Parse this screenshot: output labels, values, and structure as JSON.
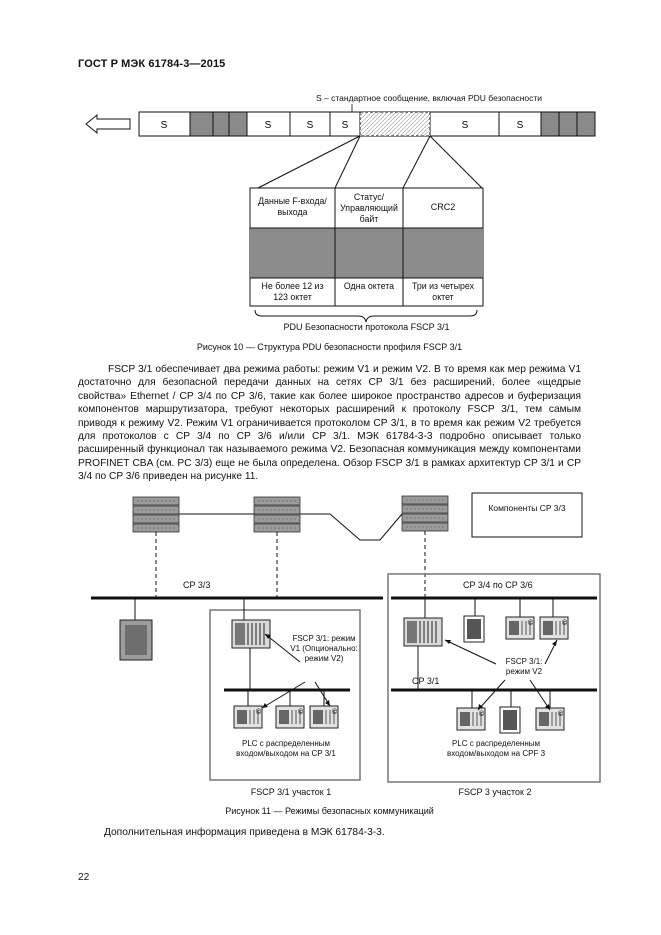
{
  "header": {
    "title": "ГОСТ Р МЭК 61784-3—2015"
  },
  "figure10": {
    "legend_note": "S – стандартное сообщение, включая PDU безопасности",
    "frame_cells": [
      "S",
      "S",
      "S",
      "S",
      "S",
      "S"
    ],
    "table": {
      "col1_header": "Данные F-входа/ выхода",
      "col2_header": "Статус/ Управляющий байт",
      "col3_header": "CRC2",
      "col1_size": "Не более 12 из 123 октет",
      "col2_size": "Одна октета",
      "col3_size": "Три из четырех октет"
    },
    "brace_label": "PDU Безопасности протокола FSCP 3/1",
    "caption": "Рисунок 10 — Структура PDU безопасности профиля FSCP 3/1"
  },
  "body_paragraph": "FSCP 3/1 обеспечивает два режима работы: режим V1 и режим V2. В то время как мер режима V1 достаточно для безопасной передачи данных на сетях CP 3/1 без расширений, более «щедрые свойства» Ethernet / CP 3/4 по CP 3/6, такие как более широкое пространство адресов и буферизация компонентов маршрутизатора, требуют некоторых расширений к протоколу FSCP 3/1, тем самым приводя к режиму V2. Режим V1 ограничивается протоколом CP 3/1, в то время как режим V2 требуется для протоколов с CP 3/4 по CP 3/6 и/или CP 3/1. МЭК 61784-3-3 подробно описывает только расширенный функционал так называемого режима V2. Безопасная коммуникация между компонентами PROFINET CBA (см. PC 3/3) еще не была определена. Обзор FSCP 3/1 в рамках архитектур CP 3/1 и CP 3/4 по CP 3/6 приведен на рисунке 11.",
  "figure11": {
    "components_box": "Компоненты CP 3/3",
    "cp33_label": "CP 3/3",
    "cp34_label": "CP 3/4 по CP 3/6",
    "cp31_label": "CP 3/1",
    "fscp_v1_label": "FSCP 3/1: режим V1 (Опционально: режим V2)",
    "fscp_v2_label": "FSCP 3/1: режим V2",
    "plc_left": "PLC с распределенным входом/выходом на CP 3/1",
    "plc_right": "PLC с распределенным входом/выходом на CPF 3",
    "section_left": "FSCP 3/1 участок 1",
    "section_right": "FSCP 3 участок 2",
    "caption": "Рисунок 11 — Режимы безопасных коммуникаций"
  },
  "extra_info": "Дополнительная информация приведена в МЭК 61784-3-3.",
  "page_number": "22"
}
